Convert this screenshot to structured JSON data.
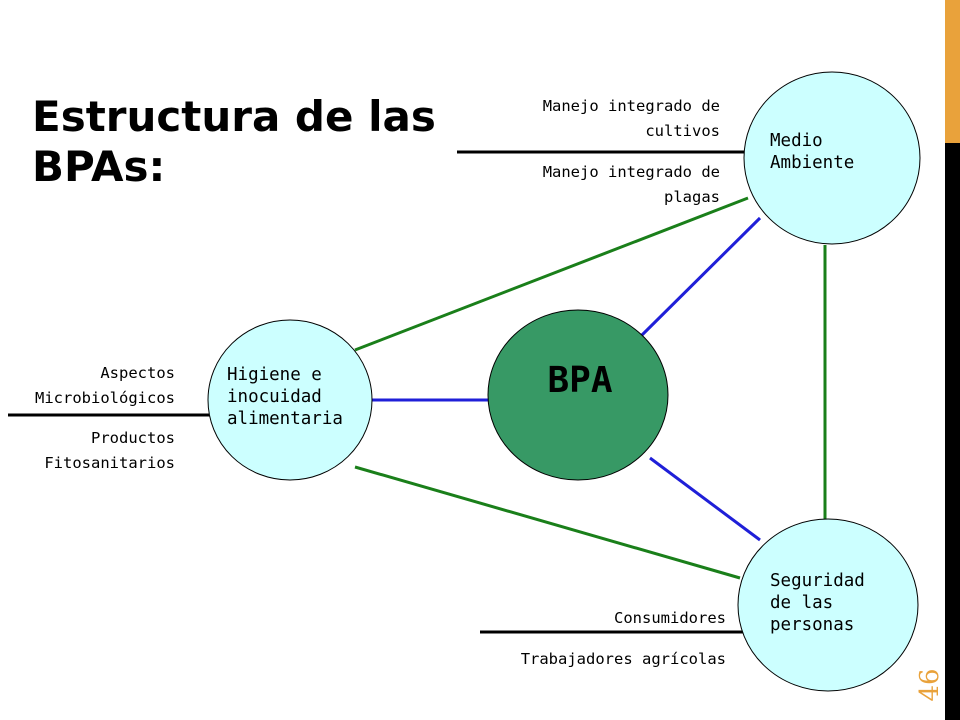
{
  "slide": {
    "title": "Estructura de las BPAs:",
    "page_number": "46",
    "accent_color": "#E9A23B"
  },
  "center_node": {
    "label": "BPA",
    "color": "#379965"
  },
  "nodes": {
    "medio_ambiente": {
      "label_line1": "Medio",
      "label_line2": "Ambiente",
      "color": "#CCFFFF"
    },
    "higiene": {
      "label_line1": "Higiene e",
      "label_line2": "inocuidad",
      "label_line3": "alimentaria",
      "color": "#CCFFFF"
    },
    "seguridad": {
      "label_line1": "Seguridad",
      "label_line2": "de las",
      "label_line3": "personas",
      "color": "#CCFFFF"
    }
  },
  "annotations": {
    "medio_ambiente": {
      "above_1": "Manejo integrado de",
      "above_2": "cultivos",
      "below_1": "Manejo integrado de",
      "below_2": "plagas"
    },
    "higiene": {
      "above_1": "Aspectos",
      "above_2": "Microbiológicos",
      "below_1": "Productos",
      "below_2": "Fitosanitarios"
    },
    "seguridad": {
      "above_1": "Consumidores",
      "below_1": "Trabajadores agrícolas"
    }
  },
  "edge_colors": {
    "outer": "#1A7F1A",
    "inner": "#1F1FD8"
  }
}
